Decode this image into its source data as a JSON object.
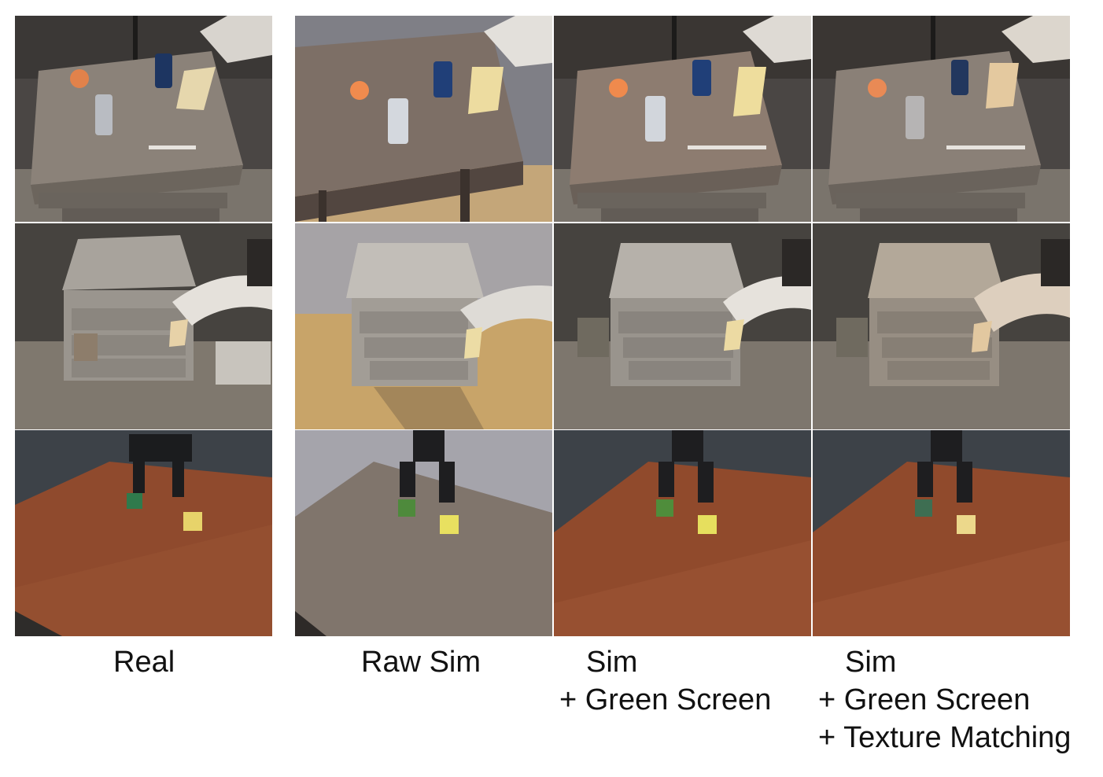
{
  "columns": [
    {
      "id": "real",
      "caption_lines": [
        "Real"
      ]
    },
    {
      "id": "raw-sim",
      "caption_lines": [
        "Raw Sim"
      ]
    },
    {
      "id": "sim-green-screen",
      "caption_lines": [
        "Sim",
        "+ Green Screen"
      ]
    },
    {
      "id": "sim-green-screen-texture",
      "caption_lines": [
        "Sim",
        "+ Green Screen",
        "+ Texture Matching"
      ]
    }
  ],
  "rows": [
    {
      "id": "cans-scene",
      "content": "table-with-cans-and-orange"
    },
    {
      "id": "drawer-scene",
      "content": "cabinet-with-drawers"
    },
    {
      "id": "cubes-scene",
      "content": "wooden-table-with-cubes"
    }
  ]
}
